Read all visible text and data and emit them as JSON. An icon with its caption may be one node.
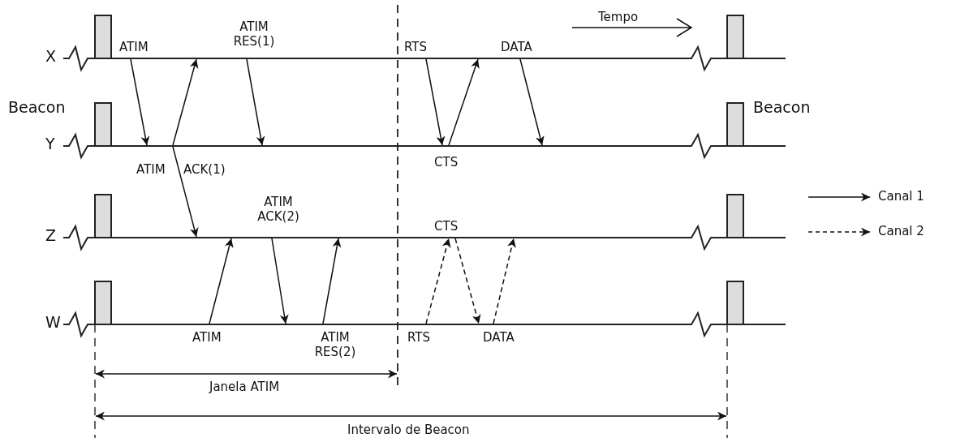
{
  "diagram": {
    "nodes": [
      {
        "text": [
          "X"
        ]
      },
      {
        "text": [
          "Y"
        ]
      },
      {
        "text": [
          "Z"
        ]
      },
      {
        "text": [
          "W"
        ]
      }
    ],
    "edges": [
      {
        "from": 0,
        "to": 1,
        "arrow": "to"
      },
      {
        "from": 1,
        "to": 0,
        "arrow": "to"
      },
      {
        "from": 1,
        "to": 2,
        "arrow": "to"
      },
      {
        "from": 0,
        "to": 1,
        "arrow": "to"
      },
      {
        "from": 3,
        "to": 2,
        "arrow": "to"
      },
      {
        "from": 2,
        "to": 3,
        "arrow": "to"
      },
      {
        "from": 3,
        "to": 2,
        "arrow": "to"
      },
      {
        "from": 0,
        "to": 1,
        "arrow": "to"
      },
      {
        "from": 1,
        "to": 0,
        "arrow": "to"
      },
      {
        "from": 0,
        "to": 1,
        "arrow": "to"
      },
      {
        "from": 3,
        "to": 2,
        "arrow": "to",
        "style": "dashed"
      },
      {
        "from": 2,
        "to": 3,
        "arrow": "to",
        "style": "dashed"
      },
      {
        "from": 3,
        "to": 2,
        "arrow": "to",
        "style": "dashed"
      }
    ],
    "labels": [
      "Tempo",
      "ATIM RES(1)",
      "ATIM",
      "RTS",
      "DATA",
      "Beacon",
      "Beacon",
      "ATIM",
      "ACK(1)",
      "CTS",
      "ATIM ACK(2)",
      "CTS",
      "ATIM",
      "ATIM RES(2)",
      "RTS",
      "DATA",
      "Janela ATIM",
      "Intervalo de Beacon"
    ],
    "legend": [
      {
        "text": "Canal 1"
      },
      {
        "text": "Canal 2"
      }
    ]
  }
}
